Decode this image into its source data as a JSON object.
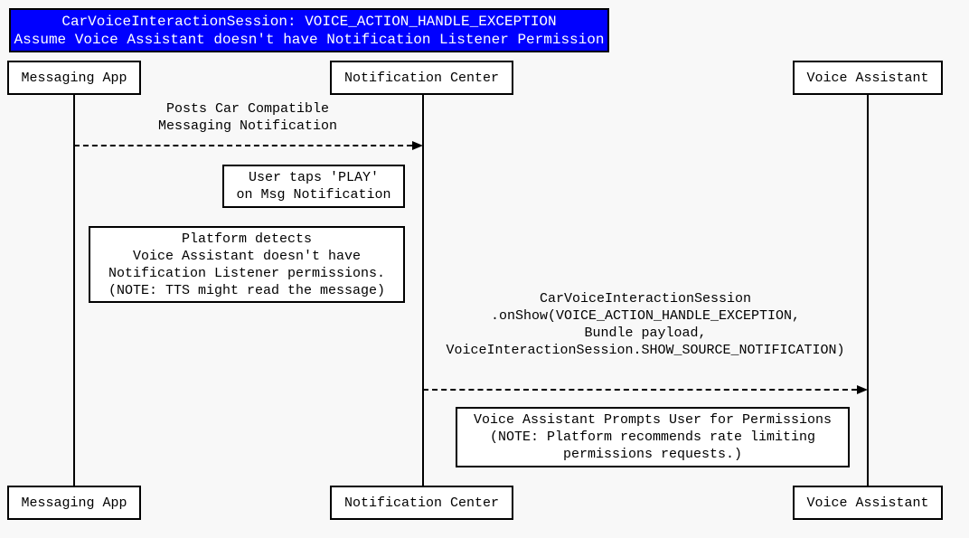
{
  "diagram": {
    "kind": "sequence-diagram",
    "background_color": "#f8f8f8",
    "box_fill_color": "#ffffff",
    "line_color": "#000000"
  },
  "title": {
    "line1": "CarVoiceInteractionSession: VOICE_ACTION_HANDLE_EXCEPTION",
    "line2": "Assume Voice Assistant doesn't have Notification Listener Permission",
    "bg": "#0000ff",
    "fg": "#ffffff"
  },
  "participants": [
    {
      "id": "messaging-app",
      "label": "Messaging App"
    },
    {
      "id": "notification-center",
      "label": "Notification Center"
    },
    {
      "id": "voice-assistant",
      "label": "Voice Assistant"
    }
  ],
  "messages": [
    {
      "from": "messaging-app",
      "to": "notification-center",
      "style": "dashed-arrow",
      "lines": [
        "Posts Car Compatible",
        "Messaging Notification"
      ]
    },
    {
      "from": "notification-center",
      "to": "voice-assistant",
      "style": "dashed-arrow",
      "lines": [
        "CarVoiceInteractionSession",
        ".onShow(VOICE_ACTION_HANDLE_EXCEPTION,",
        "Bundle payload,",
        "VoiceInteractionSession.SHOW_SOURCE_NOTIFICATION)"
      ]
    }
  ],
  "notes": [
    {
      "near": "notification-center",
      "lines": [
        "User taps 'PLAY'",
        "on Msg Notification"
      ]
    },
    {
      "near": "messaging-app",
      "lines": [
        "Platform detects",
        "Voice Assistant doesn't have",
        "Notification Listener permissions.",
        "(NOTE: TTS might read the message)"
      ]
    },
    {
      "near": "voice-assistant",
      "lines": [
        "Voice Assistant Prompts User for Permissions",
        "(NOTE: Platform recommends rate limiting",
        "permissions requests.)"
      ]
    }
  ]
}
